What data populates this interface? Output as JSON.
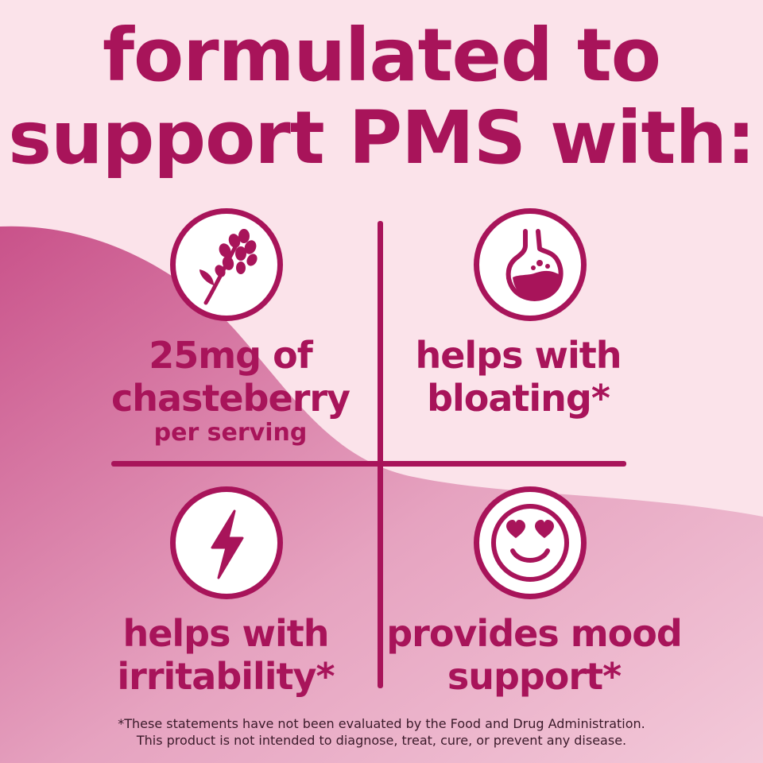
{
  "headline": {
    "line1": "formulated to",
    "line2": "support PMS with:"
  },
  "cells": [
    {
      "icon": "chasteberry-sprig-icon",
      "line1": "25mg of",
      "line2": "chasteberry",
      "sub": "per serving"
    },
    {
      "icon": "stomach-icon",
      "line1": "helps with",
      "line2": "bloating*"
    },
    {
      "icon": "lightning-bolt-icon",
      "line1": "helps with",
      "line2": "irritability*"
    },
    {
      "icon": "heart-eyes-smiley-icon",
      "line1": "provides mood",
      "line2": "support*"
    }
  ],
  "disclaimer": {
    "line1": "*These statements have not been evaluated by the Food and Drug Administration.",
    "line2": "This product is not intended to diagnose, treat, cure, or prevent any disease."
  },
  "colors": {
    "accent": "#a8145a",
    "background_light": "#fbe3ea",
    "wave_dark": "#c9528a",
    "icon_fill": "#ffffff"
  }
}
